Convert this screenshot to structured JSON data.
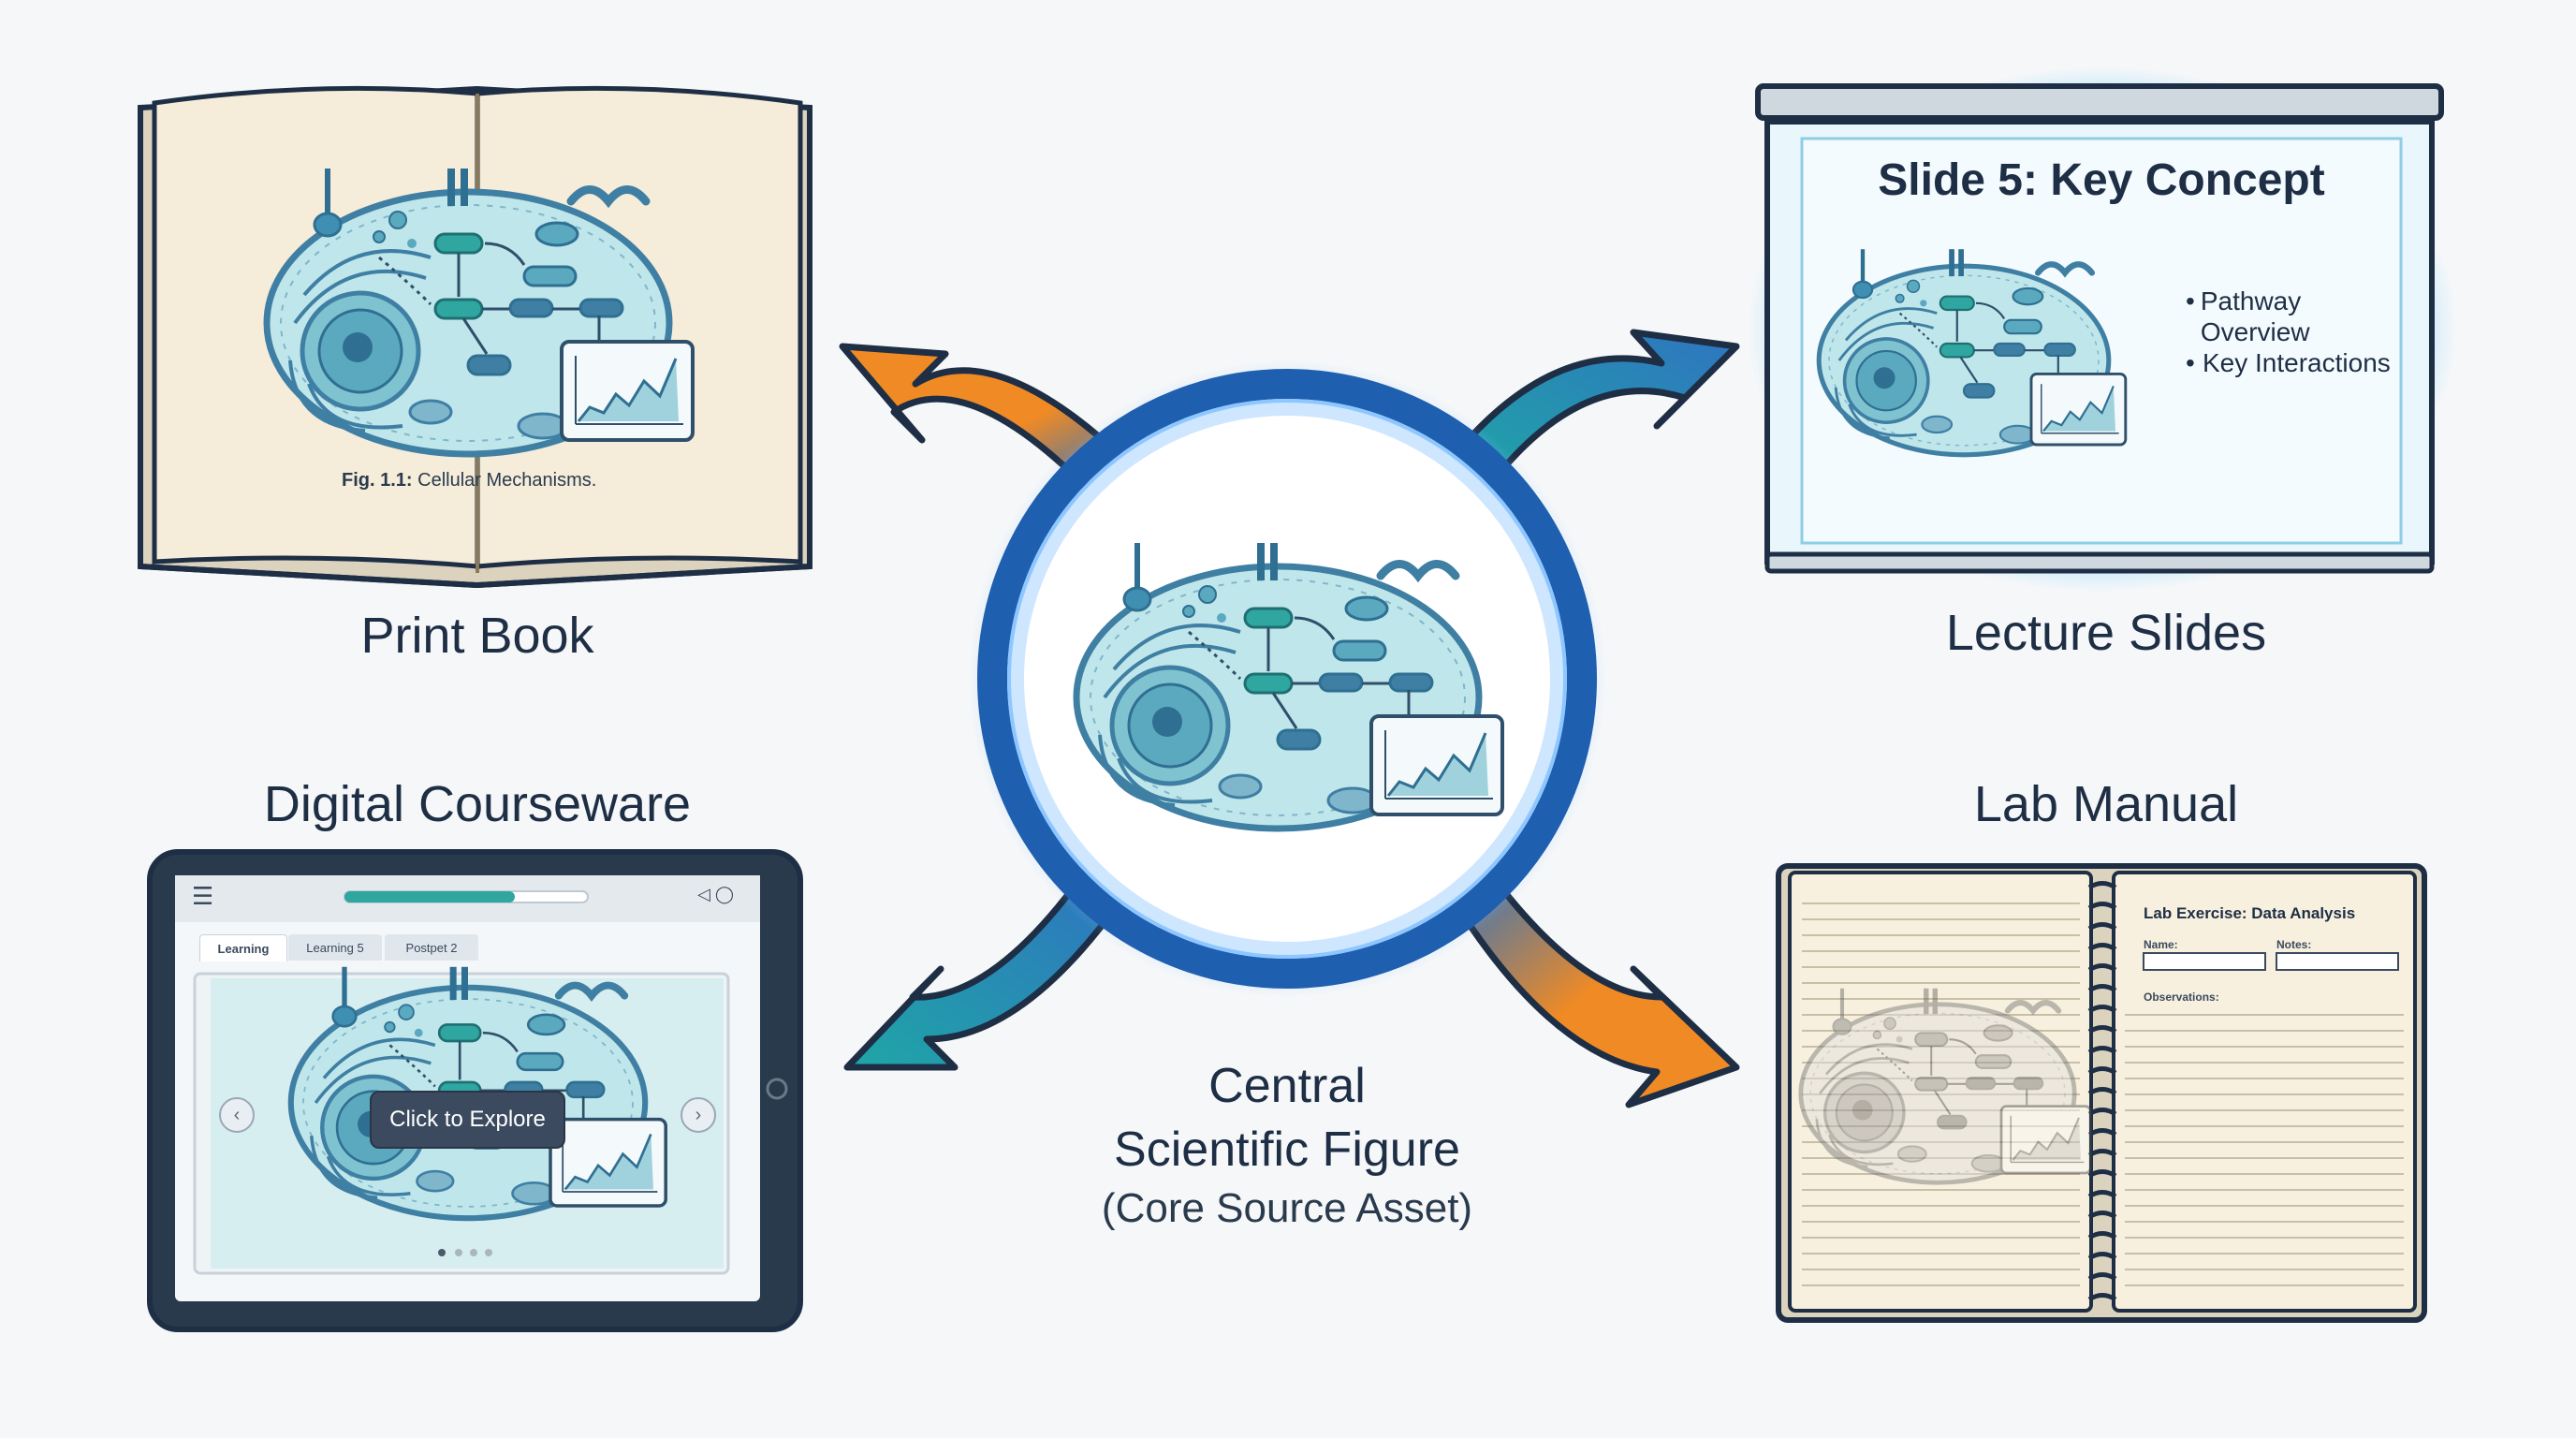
{
  "center": {
    "title_line1": "Central",
    "title_line2": "Scientific Figure",
    "subtitle": "(Core Source Asset)"
  },
  "print_book": {
    "label": "Print Book",
    "caption_bold": "Fig. 1.1:",
    "caption_text": " Cellular Mechanisms."
  },
  "lecture_slides": {
    "label": "Lecture Slides",
    "slide_title": "Slide 5: Key Concept",
    "bullets": [
      "Pathway Overview",
      "Key Interactions"
    ]
  },
  "digital_courseware": {
    "label": "Digital Courseware",
    "tabs": [
      "Learning",
      "Learning 5",
      "Postpet 2"
    ],
    "button_label": "Click to Explore",
    "prev_arrow": "‹",
    "next_arrow": "›",
    "menu_glyph": "☰"
  },
  "lab_manual": {
    "label": "Lab Manual",
    "exercise_title": "Lab Exercise: Data Analysis",
    "name_label": "Name:",
    "notes_label": "Notes:",
    "observations_label": "Observations:"
  },
  "colors": {
    "navy": "#1e2e45",
    "blue": "#2f74c0",
    "teal": "#1fa6a6",
    "orange": "#f08a24",
    "cell_fill": "#bfe6ea",
    "cell_stroke": "#3f7fa3"
  }
}
